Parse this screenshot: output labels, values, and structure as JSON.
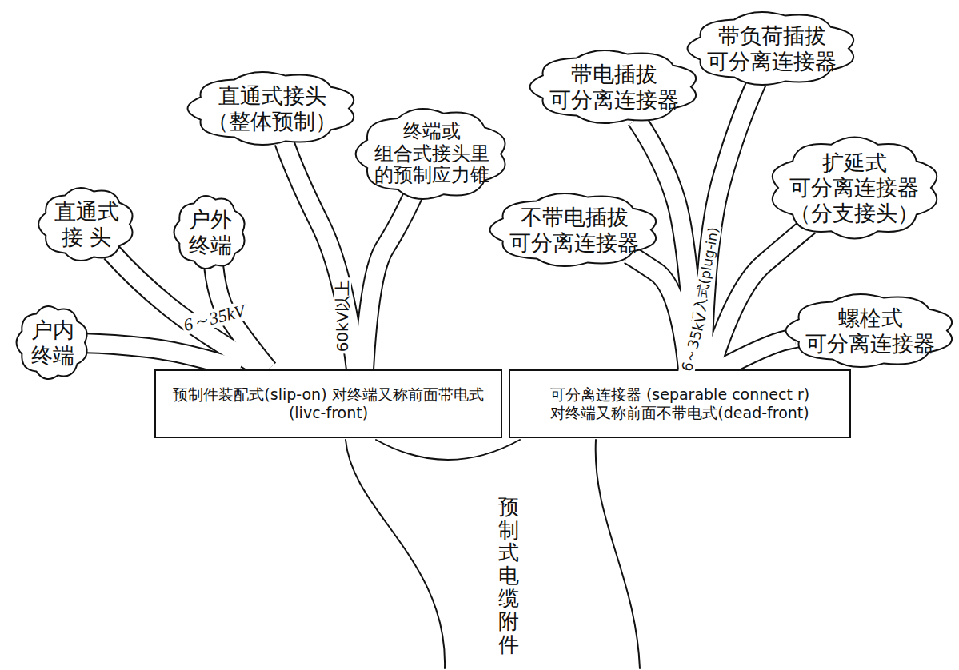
{
  "diagram": {
    "nodes": [
      {
        "text": [
          "户内 终端"
        ]
      },
      {
        "text": [
          "直通式 接 头"
        ]
      },
      {
        "text": [
          "户外 终端"
        ]
      },
      {
        "text": [
          "直通式接头 （整体预制）"
        ]
      },
      {
        "text": [
          "终端或 组合式接头里 的预制应力锥"
        ]
      },
      {
        "text": [
          "不带电插拔 可分离连接器"
        ]
      },
      {
        "text": [
          "带电插拔 可分离连接器"
        ]
      },
      {
        "text": [
          "带负荷插拔 可分离连接器"
        ]
      },
      {
        "text": [
          "扩延式 可分离连接器 （分支接头）"
        ]
      },
      {
        "text": [
          "螺栓式 可分离连接器"
        ]
      },
      {
        "text": [
          "预制件装配式(slip-on) 对终端又称前面带电式(livc-front)"
        ]
      },
      {
        "text": [
          "可分离连接器 (separable connect r) 对终端又称前面不带电式(dead-front)"
        ]
      }
    ],
    "edges": [
      {
        "from": 10,
        "to": 0,
        "arrow": "none"
      },
      {
        "from": 10,
        "to": 1,
        "arrow": "none"
      },
      {
        "from": 10,
        "to": 2,
        "arrow": "none"
      },
      {
        "from": 10,
        "to": 3,
        "arrow": "none"
      },
      {
        "from": 10,
        "to": 4,
        "arrow": "none"
      },
      {
        "from": 11,
        "to": 5,
        "arrow": "none"
      },
      {
        "from": 11,
        "to": 6,
        "arrow": "none"
      },
      {
        "from": 11,
        "to": 7,
        "arrow": "none"
      },
      {
        "from": 11,
        "to": 8,
        "arrow": "none"
      },
      {
        "from": 11,
        "to": 9,
        "arrow": "none"
      }
    ],
    "labels": [
      "6～35kV",
      "60kV以上",
      "插入式(plug-in)",
      "6～35kV",
      "预制式电缆附件"
    ]
  }
}
